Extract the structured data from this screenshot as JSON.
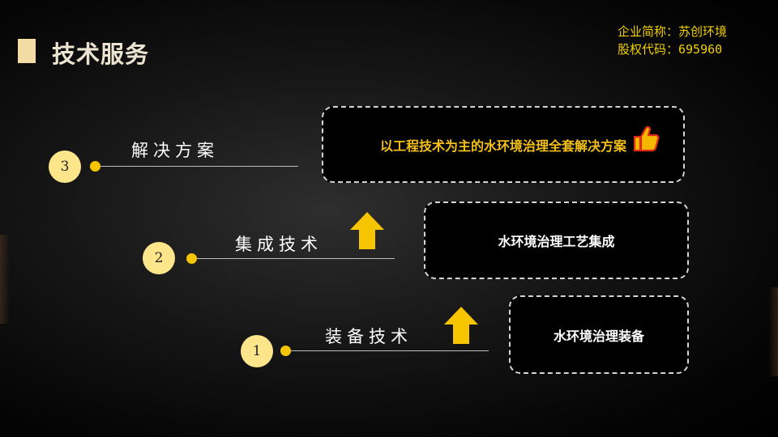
{
  "title": "技术服务",
  "company": {
    "name_line": "企业简称：苏创环境",
    "code_line": "股权代码：695960"
  },
  "steps": [
    {
      "number": "3",
      "label": "解决方案",
      "box_text": "以工程技术为主的水环境治理全套解决方案"
    },
    {
      "number": "2",
      "label": "集成技术",
      "box_text": "水环境治理工艺集成"
    },
    {
      "number": "1",
      "label": "装备技术",
      "box_text": "水环境治理装备"
    }
  ],
  "colors": {
    "accent_yellow": "#f7c400",
    "circle_fill": "#fde58c",
    "highlight_text": "#f4c018",
    "company_text": "#f2d000"
  },
  "icons": [
    "up-arrow-icon",
    "thumbs-up-icon"
  ]
}
